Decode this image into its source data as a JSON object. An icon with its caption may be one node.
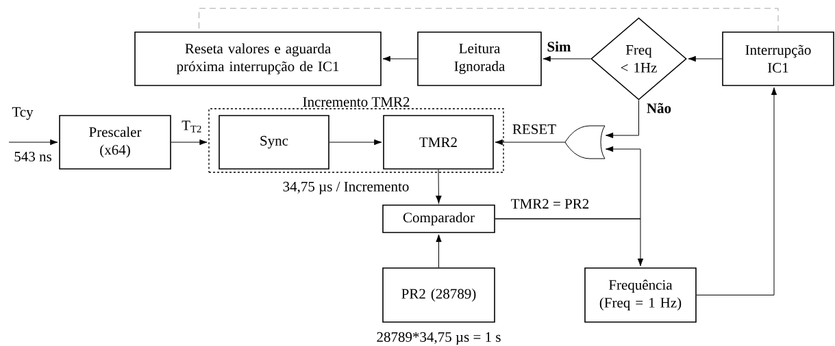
{
  "diagram": {
    "nodes": [
      {
        "text": [
          "Reseta valores e aguarda próxima interrupção de IC1"
        ]
      },
      {
        "text": [
          "Leitura Ignorada"
        ]
      },
      {
        "text": [
          "Freq < 1Hz"
        ]
      },
      {
        "text": [
          "Interrupção IC1"
        ]
      },
      {
        "text": [
          "Incremento TMR2"
        ]
      },
      {
        "text": [
          "Prescaler (x64)"
        ]
      },
      {
        "text": [
          "Sync"
        ],
        "in": 4
      },
      {
        "text": [
          "TMR2"
        ],
        "in": 4
      },
      {
        "text": [],
        "shape": "gate"
      },
      {
        "text": [
          "Comparador"
        ]
      },
      {
        "text": [
          "PR2 (28789)"
        ],
        "beside": [
          "28789*34,75 µs = 1 s"
        ]
      },
      {
        "text": [
          "Frequência (Freq = 1 Hz)"
        ]
      }
    ],
    "edges": [
      {
        "from": null,
        "to": 5,
        "arrow": "to",
        "label": "Tcy"
      },
      {
        "from": 5,
        "to": 4,
        "arrow": "to",
        "label": "T$_{T2}$"
      },
      {
        "from": 6,
        "to": 7,
        "arrow": "to"
      },
      {
        "from": 8,
        "to": 7,
        "arrow": "to",
        "label": "RESET"
      },
      {
        "from": 2,
        "to": 8,
        "arrow": "to",
        "label": "Não"
      },
      {
        "from": 2,
        "to": 1,
        "arrow": "to",
        "label": "Sim"
      },
      {
        "from": 3,
        "to": 2,
        "arrow": "to"
      },
      {
        "from": 1,
        "to": 0,
        "arrow": "to"
      },
      {
        "from": 7,
        "to": 9,
        "arrow": "to",
        "label": "34,75 µs / Incremento"
      },
      {
        "from": 10,
        "to": 9,
        "arrow": "to"
      },
      {
        "from": 9,
        "to": 8,
        "arrow": "to",
        "label": "TMR2 = PR2"
      },
      {
        "from": 9,
        "to": 11,
        "arrow": "to"
      },
      {
        "from": 11,
        "to": 3,
        "arrow": "to"
      },
      {
        "from": 3,
        "to": 0,
        "arrow": "none",
        "style": "dashed",
        "color": "#a6a6a6"
      }
    ],
    "labels": [
      "543 ns"
    ]
  }
}
